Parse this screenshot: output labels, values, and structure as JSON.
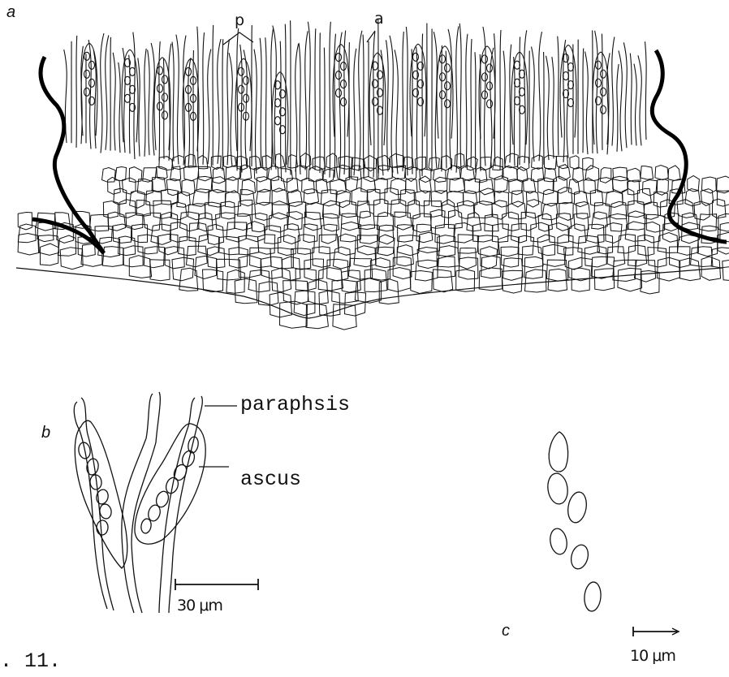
{
  "panel_labels": {
    "a": "a",
    "b": "b",
    "c": "c"
  },
  "annotations": {
    "p": "p",
    "a": "a"
  },
  "labels": {
    "paraphsis": "paraphsis",
    "ascus": "ascus"
  },
  "scale_bars": {
    "b_value": "30",
    "b_unit": "μm",
    "c_value": "10",
    "c_unit": "μm"
  },
  "figure_caption": ". 11."
}
